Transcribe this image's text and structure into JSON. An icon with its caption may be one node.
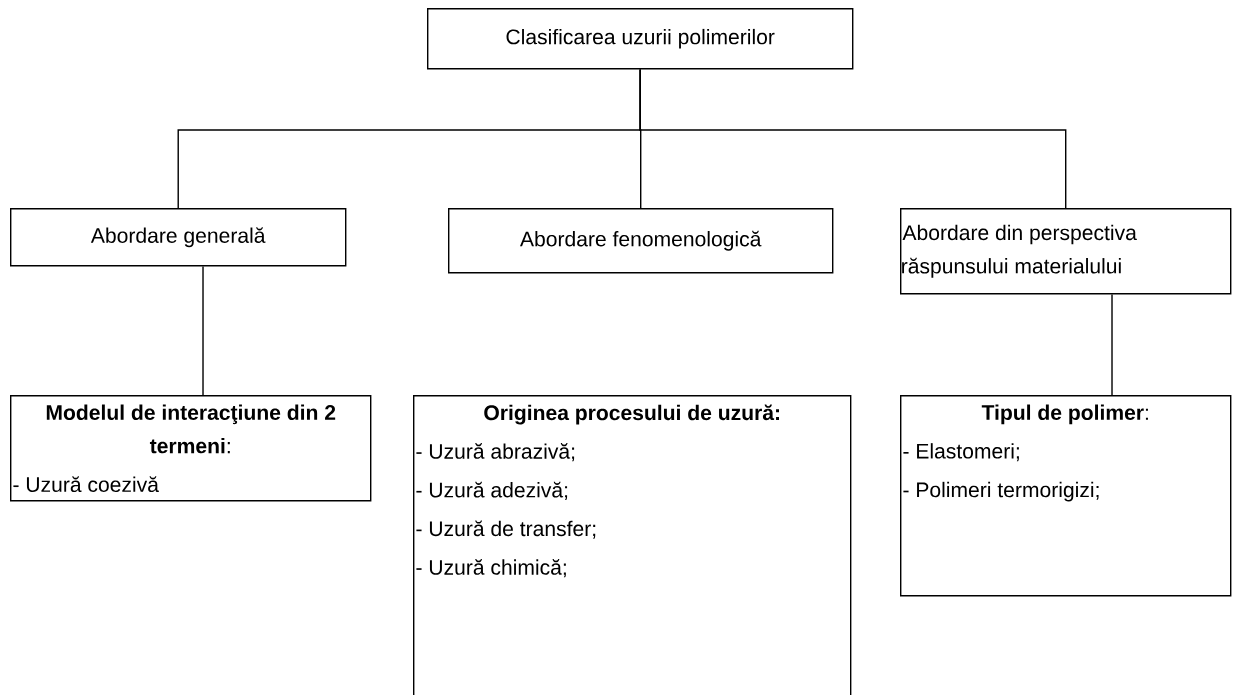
{
  "diagram": {
    "nodes": [
      {
        "text": [
          "Clasificarea uzurii polimerilor"
        ]
      },
      {
        "text": [
          "Abordare generală"
        ]
      },
      {
        "text": [
          "Abordare fenomenologică"
        ]
      },
      {
        "text": [
          "Abordare din perspectiva răspunsului materialului"
        ]
      },
      {
        "text": [
          "**Modelul de interacţiune din 2 termeni**:",
          "- Uzură coezivă"
        ]
      },
      {
        "text": [
          "**Originea procesului de uzură:**",
          "- Uzură abrazivă;",
          "- Uzură adezivă;",
          "- Uzură de transfer;",
          "- Uzură chimică;"
        ]
      },
      {
        "text": [
          "**Tipul de polimer**:",
          "- Elastomeri;",
          "- Polimeri termorigizi;"
        ]
      }
    ],
    "edges": [
      {
        "from": 0,
        "to": 1,
        "arrow": "none"
      },
      {
        "from": 0,
        "to": 2,
        "arrow": "none"
      },
      {
        "from": 0,
        "to": 3,
        "arrow": "none"
      },
      {
        "from": 1,
        "to": 4,
        "arrow": "none"
      },
      {
        "from": 3,
        "to": 6,
        "arrow": "none"
      }
    ]
  }
}
